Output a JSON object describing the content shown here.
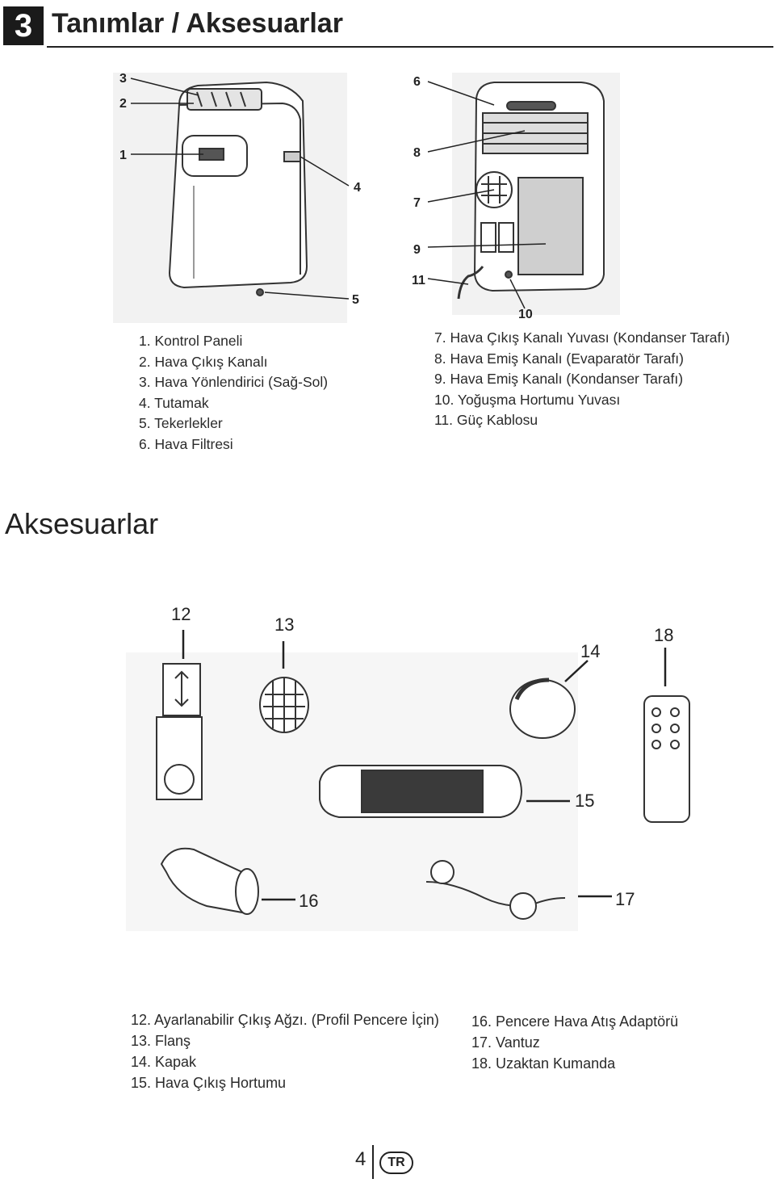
{
  "header": {
    "section_number": "3",
    "title": "Tanımlar / Aksesuarlar"
  },
  "parts": {
    "callouts": [
      "1",
      "2",
      "3",
      "4",
      "5",
      "6",
      "7",
      "8",
      "9",
      "10",
      "11"
    ],
    "left_list": [
      "1. Kontrol Paneli",
      "2. Hava Çıkış Kanalı",
      "3. Hava Yönlendirici (Sağ-Sol)",
      "4. Tutamak",
      "5. Tekerlekler",
      "6. Hava Filtresi"
    ],
    "right_list": [
      "7. Hava Çıkış Kanalı Yuvası (Kondanser Tarafı)",
      "8. Hava Emiş Kanalı (Evaparatör Tarafı)",
      "9. Hava Emiş Kanalı (Kondanser Tarafı)",
      "10. Yoğuşma Hortumu Yuvası",
      "11. Güç Kablosu"
    ]
  },
  "accessories": {
    "heading": "Aksesuarlar",
    "numbers": [
      "12",
      "13",
      "14",
      "15",
      "16",
      "17",
      "18"
    ],
    "left_list": [
      "12. Ayarlanabilir Çıkış Ağzı. (Profil Pencere İçin)",
      "13. Flanş",
      "14. Kapak",
      "15. Hava Çıkış Hortumu"
    ],
    "right_list": [
      "16. Pencere Hava Atış Adaptörü",
      "17. Vantuz",
      "18. Uzaktan Kumanda"
    ]
  },
  "footer": {
    "page_number": "4",
    "language_badge": "TR"
  }
}
